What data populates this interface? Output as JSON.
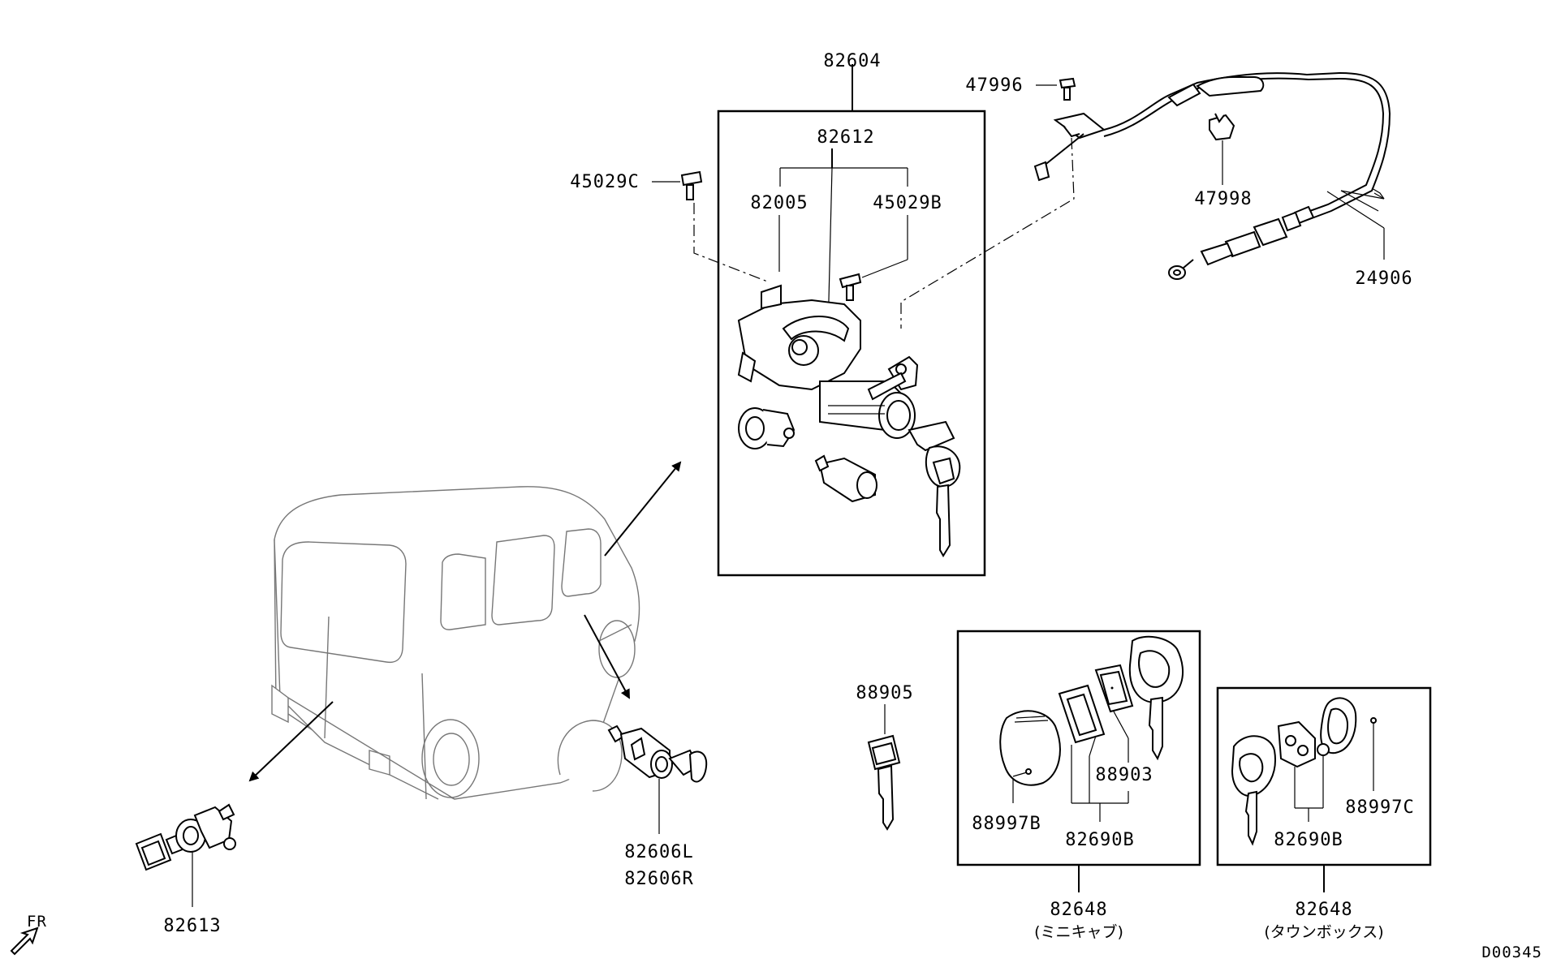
{
  "diagram_id": "D00345",
  "direction_label": "FR",
  "parts": {
    "p82604": "82604",
    "p82612": "82612",
    "p82005": "82005",
    "p45029B": "45029B",
    "p45029C": "45029C",
    "p47996": "47996",
    "p47998": "47998",
    "p24906": "24906",
    "p88905": "88905",
    "p88903": "88903",
    "p88997B": "88997B",
    "p82690B_a": "82690B",
    "p82648_a": "82648",
    "p82648_a_note": "(ミニキャブ)",
    "p88997C": "88997C",
    "p82690B_b": "82690B",
    "p82648_b": "82648",
    "p82648_b_note": "(タウンボックス)",
    "p82606L": "82606L",
    "p82606R": "82606R",
    "p82613": "82613"
  }
}
